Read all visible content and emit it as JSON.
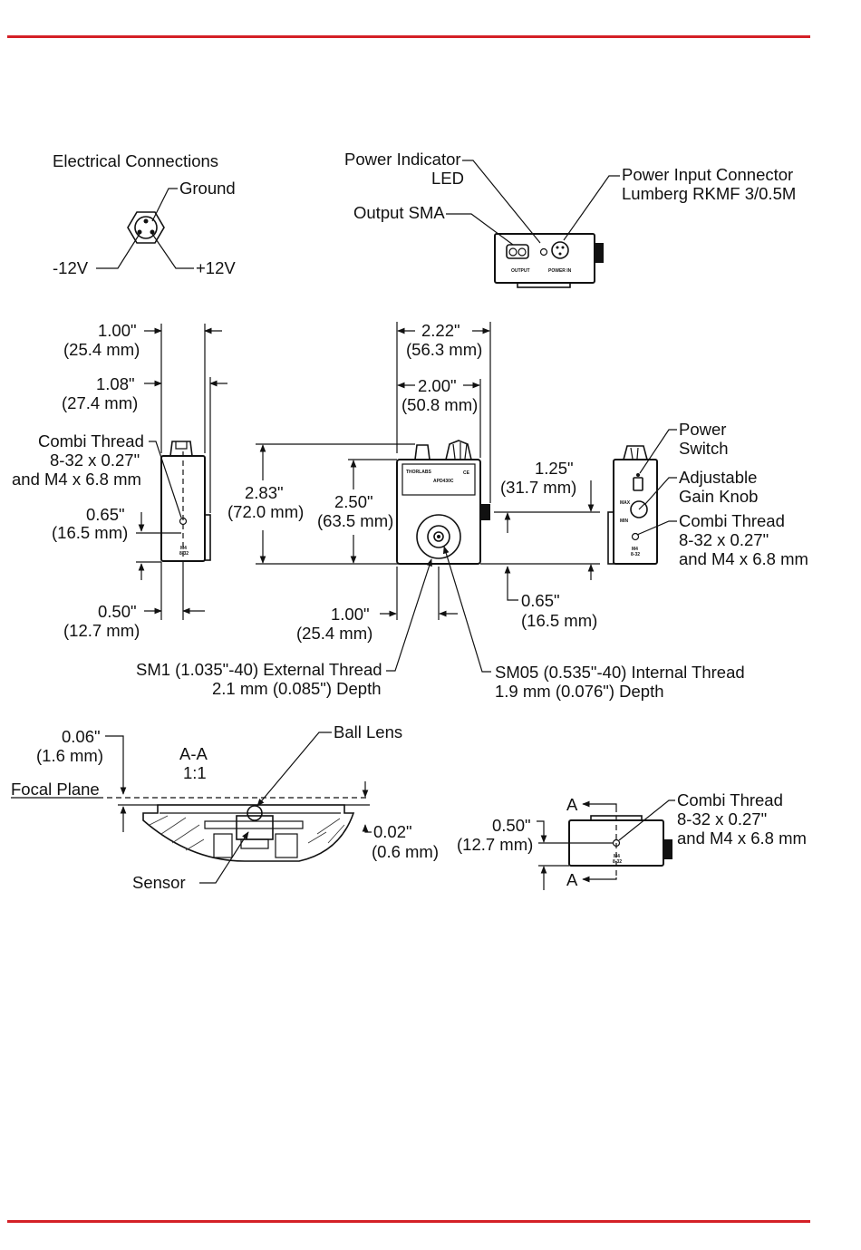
{
  "colors": {
    "rule": "#d42027",
    "ink": "#111111"
  },
  "electrical": {
    "title": "Electrical Connections",
    "ground": "Ground",
    "minus": "-12V",
    "plus": "+12V"
  },
  "top_view": {
    "power_indicator_1": "Power Indicator",
    "power_indicator_2": "LED",
    "output_sma": "Output SMA",
    "power_input_1": "Power Input Connector",
    "power_input_2": "Lumberg RKMF 3/0.5M",
    "output_tag": "OUTPUT",
    "power_in_tag": "POWER IN"
  },
  "side_left": {
    "dim1_in": "1.00\"",
    "dim1_mm": "(25.4 mm)",
    "dim2_in": "1.08\"",
    "dim2_mm": "(27.4 mm)",
    "combi_1": "Combi Thread",
    "combi_2": "8-32 x 0.27\"",
    "combi_3": "and M4 x 6.8 mm",
    "dim3_in": "0.65\"",
    "dim3_mm": "(16.5 mm)",
    "dim4_in": "0.50\"",
    "dim4_mm": "(12.7 mm)"
  },
  "front": {
    "w1_in": "2.22\"",
    "w1_mm": "(56.3 mm)",
    "w2_in": "2.00\"",
    "w2_mm": "(50.8 mm)",
    "h1_in": "2.83\"",
    "h1_mm": "(72.0 mm)",
    "h2_in": "2.50\"",
    "h2_mm": "(63.5 mm)",
    "h3_in": "1.25\"",
    "h3_mm": "(31.7 mm)",
    "b1_in": "1.00\"",
    "b1_mm": "(25.4 mm)",
    "b2_in": "0.65\"",
    "b2_mm": "(16.5 mm)",
    "sm1_1": "SM1 (1.035\"-40) External Thread",
    "sm1_2": "2.1 mm (0.085\") Depth",
    "sm05_1": "SM05 (0.535\"-40) Internal Thread",
    "sm05_2": "1.9 mm (0.076\") Depth",
    "logo": "THORLABS",
    "model": "APD430C"
  },
  "side_right": {
    "power_1": "Power",
    "power_2": "Switch",
    "gain_1": "Adjustable",
    "gain_2": "Gain Knob",
    "combi_1": "Combi Thread",
    "combi_2": "8-32 x 0.27\"",
    "combi_3": "and M4 x 6.8 mm",
    "max": "MAX",
    "min": "MIN"
  },
  "section": {
    "dim1_in": "0.06\"",
    "dim1_mm": "(1.6 mm)",
    "title_1": "A-A",
    "title_2": "1:1",
    "focal": "Focal Plane",
    "ball_lens": "Ball Lens",
    "sensor": "Sensor",
    "dim2_in": "0.02\"",
    "dim2_mm": "(0.6 mm)"
  },
  "bottom_view": {
    "a_top": "A",
    "a_bottom": "A",
    "dim_in": "0.50\"",
    "dim_mm": "(12.7 mm)",
    "combi_1": "Combi Thread",
    "combi_2": "8-32 x 0.27\"",
    "combi_3": "and M4 x 6.8 mm"
  }
}
